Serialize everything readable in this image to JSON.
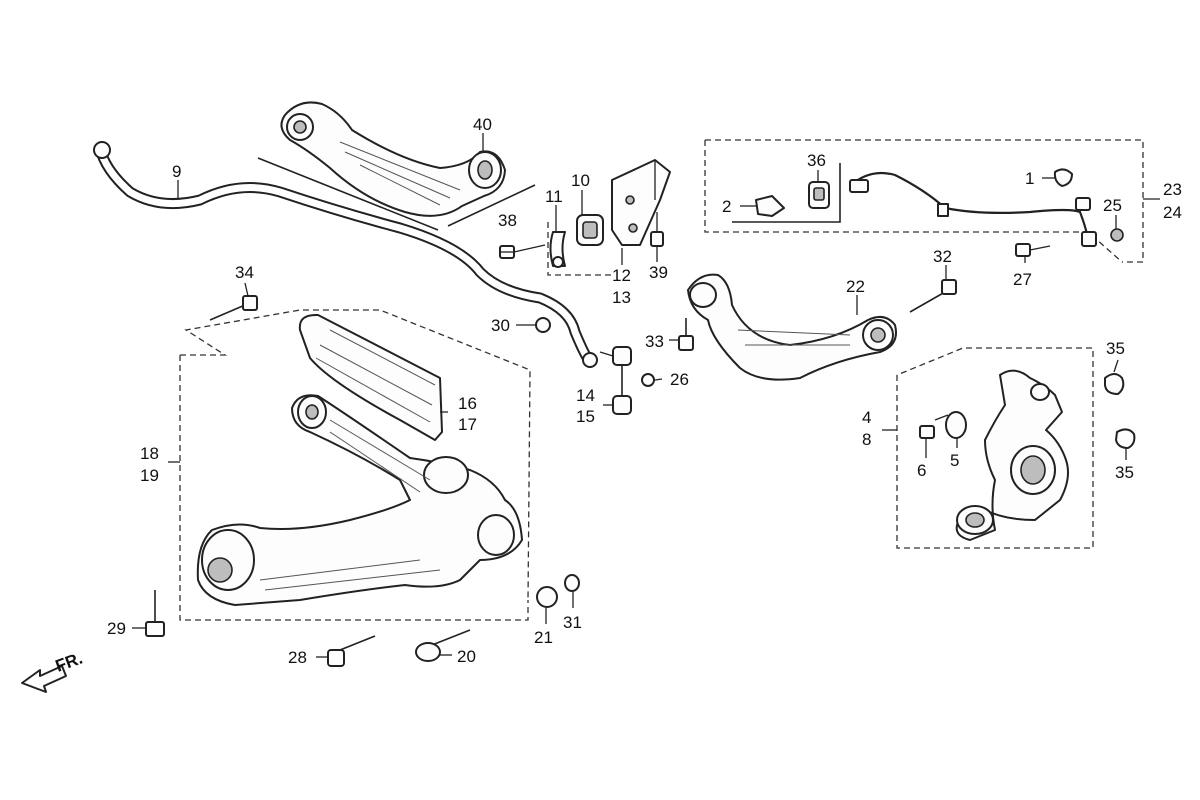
{
  "callouts": {
    "c1": "1",
    "c2": "2",
    "c4": "4",
    "c8": "8",
    "c5": "5",
    "c6": "6",
    "c9": "9",
    "c10": "10",
    "c11": "11",
    "c12": "12",
    "c13": "13",
    "c14": "14",
    "c15": "15",
    "c16": "16",
    "c17": "17",
    "c18": "18",
    "c19": "19",
    "c20": "20",
    "c21": "21",
    "c22": "22",
    "c23": "23",
    "c24": "24",
    "c25": "25",
    "c26": "26",
    "c27": "27",
    "c28": "28",
    "c29": "29",
    "c30": "30",
    "c31": "31",
    "c32": "32",
    "c33": "33",
    "c34": "34",
    "c35a": "35",
    "c35b": "35",
    "c36": "36",
    "c38": "38",
    "c39": "39",
    "c40": "40"
  },
  "direction_label": "FR."
}
